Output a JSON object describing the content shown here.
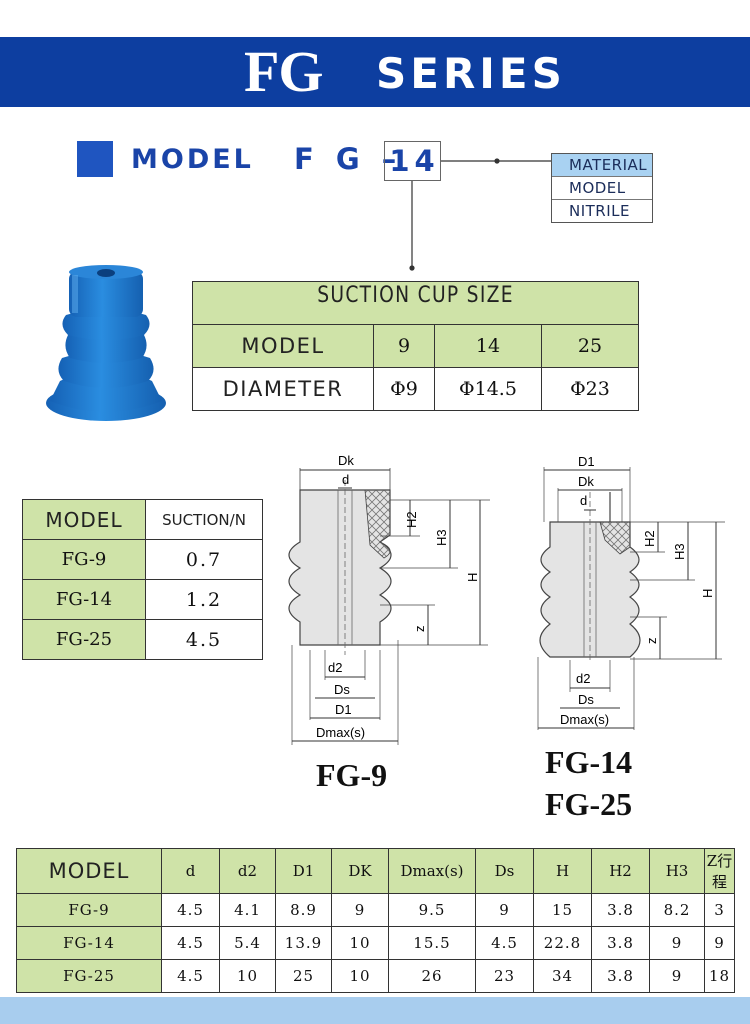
{
  "header": {
    "brand": "FG",
    "series": "SERIES"
  },
  "model_line": {
    "label": "MODEL",
    "prefix": "F G –",
    "size": "14"
  },
  "legend": [
    "MATERIAL",
    "MODEL",
    "NITRILE"
  ],
  "size_table": {
    "title": "SUCTION CUP SIZE",
    "rows": [
      {
        "label": "MODEL",
        "cells": [
          "9",
          "14",
          "25"
        ]
      },
      {
        "label": "DIAMETER",
        "cells": [
          "Φ9",
          "Φ14.5",
          "Φ23"
        ]
      }
    ]
  },
  "force_table": {
    "headers": [
      "MODEL",
      "SUCTION/N"
    ],
    "rows": [
      [
        "FG-9",
        "0.7"
      ],
      [
        "FG-14",
        "1.2"
      ],
      [
        "FG-25",
        "4.5"
      ]
    ]
  },
  "drawing_left": {
    "caption": "FG-9",
    "labels": {
      "Dk": "Dk",
      "d": "d",
      "H2": "H2",
      "H3": "H3",
      "H": "H",
      "z": "z",
      "d2": "d2",
      "Ds": "Ds",
      "D1": "D1",
      "Dmax": "Dmax(s)"
    }
  },
  "drawing_right": {
    "captions": [
      "FG-14",
      "FG-25"
    ],
    "labels": {
      "D1": "D1",
      "Dk": "Dk",
      "d": "d",
      "H2": "H2",
      "H3": "H3",
      "H": "H",
      "z": "z",
      "d2": "d2",
      "Ds": "Ds",
      "Dmax": "Dmax(s)"
    }
  },
  "dim_table": {
    "headers": [
      "MODEL",
      "d",
      "d2",
      "D1",
      "DK",
      "Dmax(s)",
      "Ds",
      "H",
      "H2",
      "H3",
      "Z行程"
    ],
    "rows": [
      [
        "FG-9",
        "4.5",
        "4.1",
        "8.9",
        "9",
        "9.5",
        "9",
        "15",
        "3.8",
        "8.2",
        "3"
      ],
      [
        "FG-14",
        "4.5",
        "5.4",
        "13.9",
        "10",
        "15.5",
        "4.5",
        "22.8",
        "3.8",
        "9",
        "9"
      ],
      [
        "FG-25",
        "4.5",
        "10",
        "25",
        "10",
        "26",
        "23",
        "34",
        "3.8",
        "9",
        "18"
      ]
    ]
  },
  "colors": {
    "header_blue": "#0d3ea0",
    "table_green": "#cfe3a8",
    "product_blue": "#1f7bd0",
    "footer_blue": "#a8cdee"
  },
  "product_photo": "blue-bellows-suction-cup"
}
